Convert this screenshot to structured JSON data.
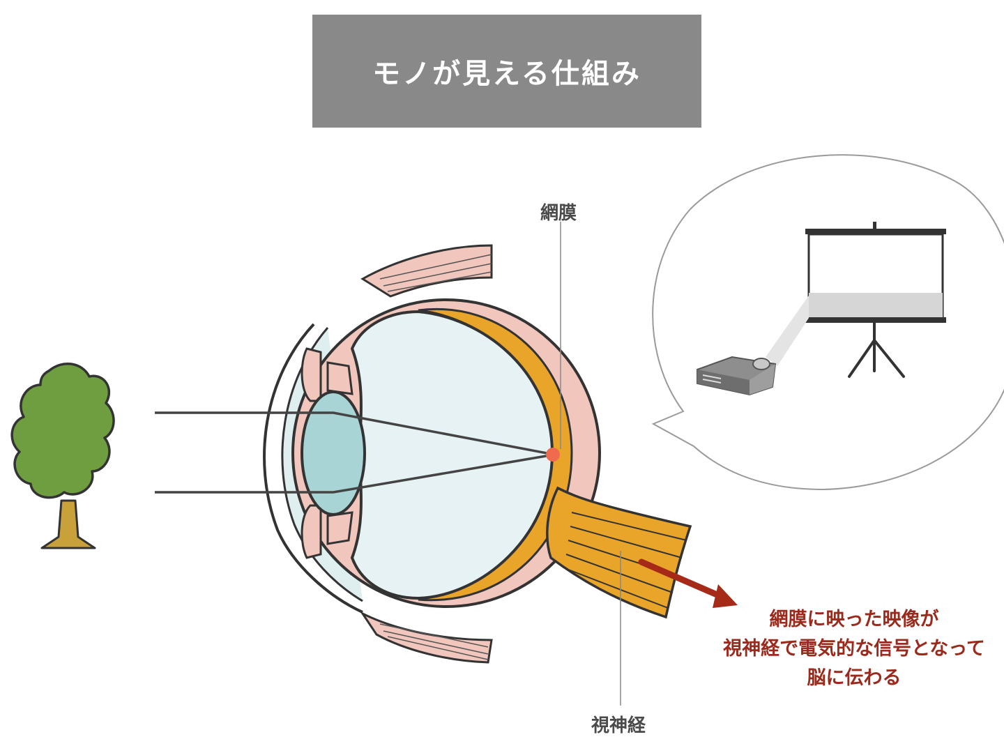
{
  "title": "モノが見える仕組み",
  "labels": {
    "retina": "網膜",
    "optic_nerve": "視神経"
  },
  "caption": {
    "lines": [
      "網膜に映った映像が",
      "視神経で電気的な信号となって",
      "脳に伝わる"
    ]
  },
  "colors": {
    "title_background": "#898989",
    "tree_foliage": "#6e9e3f",
    "tree_trunk": "#c9a13a",
    "sclera": "#f1c6bd",
    "retina": "#e9a42a",
    "lens": "#a8d4d6",
    "vitreous": "#e6f2f3",
    "arrow": "#a52a18",
    "focus_point": "#f06a4e"
  },
  "icons": [
    "tree-icon",
    "eye-cross-section",
    "projector-icon",
    "projection-screen-icon",
    "speech-bubble"
  ]
}
